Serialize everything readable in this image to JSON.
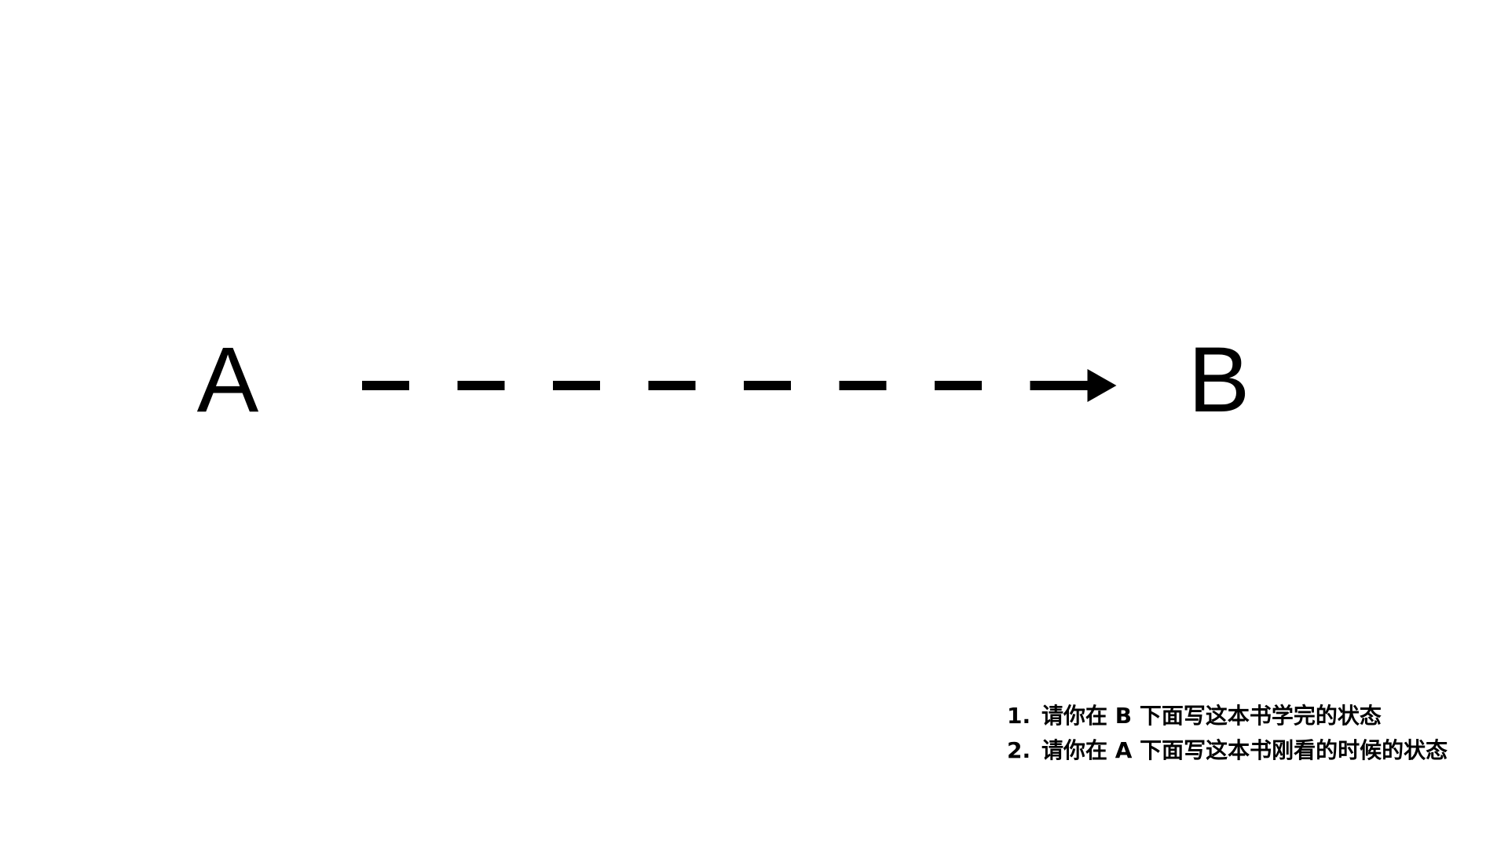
{
  "diagram": {
    "start_label": "A",
    "end_label": "B",
    "arrow": {
      "style": "dashed",
      "color": "#000000",
      "dash_count": 8
    }
  },
  "notes": [
    {
      "number": "1.",
      "text": "请你在 B 下面写这本书学完的状态"
    },
    {
      "number": "2.",
      "text": "请你在 A 下面写这本书刚看的时候的状态"
    }
  ]
}
